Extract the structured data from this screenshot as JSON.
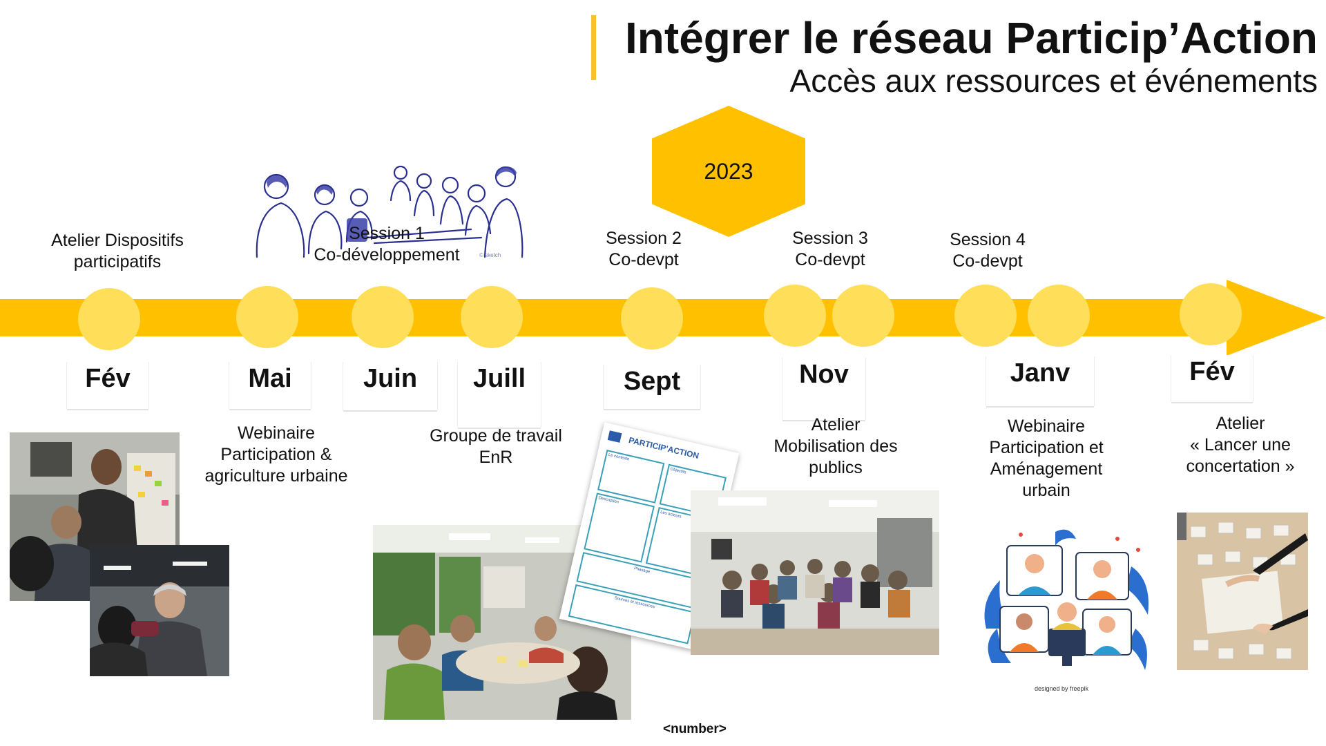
{
  "header": {
    "title": "Intégrer le réseau Particip’Action",
    "subtitle": "Accès aux ressources et événements"
  },
  "year_badge": "2023",
  "months": {
    "fev1": "Fév",
    "mai": "Mai",
    "juin": "Juin",
    "juill": "Juill",
    "sept": "Sept",
    "nov": "Nov",
    "janv": "Janv",
    "fev2": "Fév"
  },
  "events": {
    "atelier_dispositifs": [
      "Atelier Dispositifs",
      "participatifs"
    ],
    "session1": [
      "Session 1",
      "Co-développement"
    ],
    "session2": [
      "Session 2",
      "Co-devpt"
    ],
    "session3": [
      "Session 3",
      "Co-devpt"
    ],
    "session4": [
      "Session 4",
      "Co-devpt"
    ],
    "webinaire_agri": [
      "Webinaire",
      "Participation &",
      "agriculture urbaine"
    ],
    "groupe_enr": [
      "Groupe de travail",
      "EnR"
    ],
    "atelier_mobilisation": [
      "Atelier",
      "Mobilisation des",
      "publics"
    ],
    "webinaire_amenagement": [
      "Webinaire",
      "Participation et",
      "Aménagement",
      "urbain"
    ],
    "atelier_concertation": [
      "Atelier",
      "« Lancer une",
      "concertation »"
    ]
  },
  "document_thumbnail": {
    "title": "PARTICIP'ACTION",
    "tag1": "Le contexte",
    "tag2": "Objectifs",
    "tag3": "Description",
    "tag4": "Les acteurs",
    "tag5": "Phasage",
    "tag6": "Sources et ressources"
  },
  "illustration_credit": "designed by freepik",
  "footer": "<number>",
  "colors": {
    "accent": "#FFC000",
    "node": "#FFDE5A",
    "hexagon": "#FFC000"
  }
}
